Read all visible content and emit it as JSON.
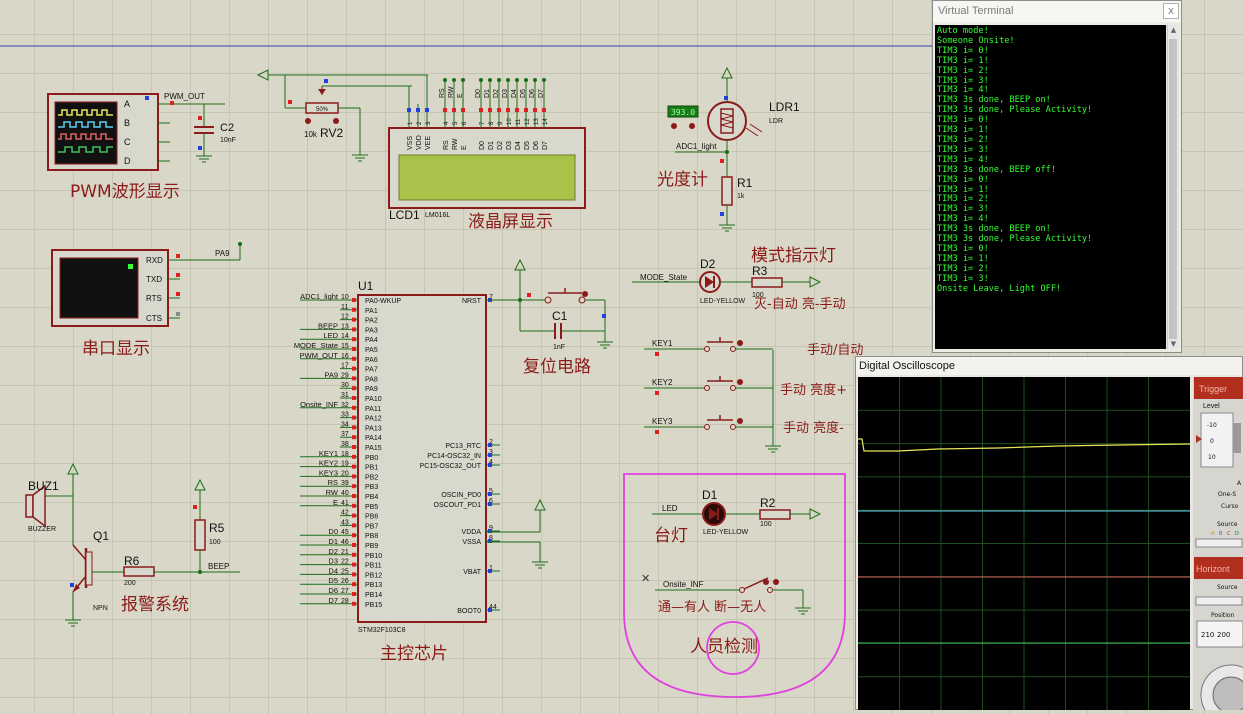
{
  "schematic": {
    "blocks": {
      "pwm": "PWM波形显示",
      "lcd": "液晶屏显示",
      "light": "光度计",
      "serial": "串口显示",
      "reset": "复位电路",
      "mode": "模式指示灯",
      "mode_hint": "灭-自动  亮-手动",
      "manual_auto": "手动/自动",
      "bright_up": "手动 亮度+",
      "bright_down": "手动 亮度-",
      "alarm": "报警系统",
      "mcu": "主控芯片",
      "lamp": "台灯",
      "presence": "人员检测",
      "presence_hint": "通—有人  断—无人"
    },
    "osc_pins": [
      "A",
      "B",
      "C",
      "D"
    ],
    "pwm_out": "PWM_OUT",
    "c2": {
      "ref": "C2",
      "val": "10nF"
    },
    "rv2": {
      "ref": "RV2",
      "val": "10k",
      "pct": "50%"
    },
    "lcd": {
      "ref": "LCD1",
      "model": "LM016L",
      "pins": [
        "VSS",
        "VDD",
        "VEE",
        "RS",
        "RW",
        "E",
        "D0",
        "D1",
        "D2",
        "D3",
        "D4",
        "D5",
        "D6",
        "D7"
      ],
      "pin_nums": [
        "1",
        "2",
        "3",
        "4",
        "5",
        "6",
        "7",
        "8",
        "9",
        "10",
        "11",
        "12",
        "13",
        "14"
      ]
    },
    "ldr": {
      "ref": "LDR1",
      "type": "LDR",
      "reading": "393.0",
      "net": "ADC1_light"
    },
    "r1": {
      "ref": "R1",
      "val": "1k"
    },
    "uart": {
      "pins": [
        "RXD",
        "TXD",
        "RTS",
        "CTS"
      ],
      "net": "PA9"
    },
    "mcu": {
      "ref": "U1",
      "model": "STM32F103C8",
      "left_pins": [
        {
          "num": "10",
          "name": "PA0-WKUP",
          "net": "ADC1_light"
        },
        {
          "num": "11",
          "name": "PA1",
          "net": ""
        },
        {
          "num": "12",
          "name": "PA2",
          "net": ""
        },
        {
          "num": "13",
          "name": "PA3",
          "net": "BEEP"
        },
        {
          "num": "14",
          "name": "PA4",
          "net": "LED"
        },
        {
          "num": "15",
          "name": "PA5",
          "net": "MODE_State"
        },
        {
          "num": "16",
          "name": "PA6",
          "net": "PWM_OUT"
        },
        {
          "num": "17",
          "name": "PA7",
          "net": ""
        },
        {
          "num": "29",
          "name": "PA8",
          "net": "PA9"
        },
        {
          "num": "30",
          "name": "PA9",
          "net": ""
        },
        {
          "num": "31",
          "name": "PA10",
          "net": ""
        },
        {
          "num": "32",
          "name": "PA11",
          "net": "Onsite_INF"
        },
        {
          "num": "33",
          "name": "PA12",
          "net": ""
        },
        {
          "num": "34",
          "name": "PA13",
          "net": ""
        },
        {
          "num": "37",
          "name": "PA14",
          "net": ""
        },
        {
          "num": "38",
          "name": "PA15",
          "net": ""
        },
        {
          "num": "18",
          "name": "PB0",
          "net": "KEY1"
        },
        {
          "num": "19",
          "name": "PB1",
          "net": "KEY2"
        },
        {
          "num": "20",
          "name": "PB2",
          "net": "KEY3"
        },
        {
          "num": "39",
          "name": "PB3",
          "net": "RS"
        },
        {
          "num": "40",
          "name": "PB4",
          "net": "RW"
        },
        {
          "num": "41",
          "name": "PB5",
          "net": "E"
        },
        {
          "num": "42",
          "name": "PB6",
          "net": ""
        },
        {
          "num": "43",
          "name": "PB7",
          "net": ""
        },
        {
          "num": "45",
          "name": "PB8",
          "net": "D0"
        },
        {
          "num": "46",
          "name": "PB9",
          "net": "D1"
        },
        {
          "num": "21",
          "name": "PB10",
          "net": "D2"
        },
        {
          "num": "22",
          "name": "PB11",
          "net": "D3"
        },
        {
          "num": "25",
          "name": "PB12",
          "net": "D4"
        },
        {
          "num": "26",
          "name": "PB13",
          "net": "D5"
        },
        {
          "num": "27",
          "name": "PB14",
          "net": "D6"
        },
        {
          "num": "28",
          "name": "PB15",
          "net": "D7"
        }
      ],
      "right_pins": [
        {
          "num": "7",
          "name": "NRST"
        },
        {
          "num": "2",
          "name": "PC13_RTC"
        },
        {
          "num": "3",
          "name": "PC14-OSC32_IN"
        },
        {
          "num": "4",
          "name": "PC15-OSC32_OUT"
        },
        {
          "num": "5",
          "name": "OSCIN_PD0"
        },
        {
          "num": "6",
          "name": "OSCOUT_PD1"
        },
        {
          "num": "9",
          "name": "VDDA"
        },
        {
          "num": "8",
          "name": "VSSA"
        },
        {
          "num": "1",
          "name": "VBAT"
        },
        {
          "num": "44",
          "name": "BOOT0"
        }
      ]
    },
    "c1": {
      "ref": "C1",
      "val": "1nF"
    },
    "d2": {
      "ref": "D2",
      "model": "LED-YELLOW",
      "net": "MODE_State"
    },
    "r3": {
      "ref": "R3",
      "val": "100"
    },
    "keys": [
      "KEY1",
      "KEY2",
      "KEY3"
    ],
    "buzzer": {
      "ref": "BUZ1",
      "type": "BUZZER"
    },
    "q1": {
      "ref": "Q1",
      "type": "NPN"
    },
    "r6": {
      "ref": "R6",
      "val": "200"
    },
    "r5": {
      "ref": "R5",
      "val": "100"
    },
    "beep_net": "BEEP",
    "d1": {
      "ref": "D1",
      "model": "LED-YELLOW",
      "net": "LED"
    },
    "r2": {
      "ref": "R2",
      "val": "100"
    },
    "onsite_net": "Onsite_INF"
  },
  "virtual_terminal": {
    "title": "Virtual Terminal",
    "close": "x",
    "lines": [
      "Auto mode!",
      "Someone Onsite!",
      "TIM3 i= 0!",
      "TIM3 i= 1!",
      "TIM3 i= 2!",
      "TIM3 i= 3!",
      "TIM3 i= 4!",
      "TIM3 3s done, BEEP on!",
      "TIM3 3s done, Please Activity!",
      "TIM3 i= 0!",
      "TIM3 i= 1!",
      "TIM3 i= 2!",
      "TIM3 i= 3!",
      "TIM3 i= 4!",
      "TIM3 3s done, BEEP off!",
      "TIM3 i= 0!",
      "TIM3 i= 1!",
      "TIM3 i= 2!",
      "TIM3 i= 3!",
      "TIM3 i= 4!",
      "TIM3 3s done, BEEP on!",
      "TIM3 3s done, Please Activity!",
      "TIM3 i= 0!",
      "TIM3 i= 1!",
      "TIM3 i= 2!",
      "TIM3 i= 3!",
      "Onsite Leave, Light OFF!"
    ]
  },
  "oscilloscope": {
    "title": "Digital Oscilloscope",
    "trigger_label": "Trigger",
    "level_label": "Level",
    "level_ticks": [
      "-10",
      "0",
      "10"
    ],
    "auto_label": "A",
    "one_shot_label": "One-S",
    "cursor_label": "Curso",
    "source_label": "Source",
    "source_channels": [
      "A",
      "B",
      "C",
      "D"
    ],
    "horizontal_label": "Horizont",
    "source2_label": "Source",
    "position_label": "Position",
    "position_values": [
      "210",
      "200"
    ],
    "trace_colors": [
      "#e8e85a",
      "#5ad0f0",
      "#e06060",
      "#40c060"
    ]
  },
  "colors": {
    "wire": "#1a6e1a",
    "component": "#8b1a1a",
    "label": "#8b1a1a",
    "pin_marker_red": "#e02020",
    "pin_marker_blue": "#2040e0",
    "selection": "#e040e0",
    "lcd_screen": "#a8c24a"
  }
}
